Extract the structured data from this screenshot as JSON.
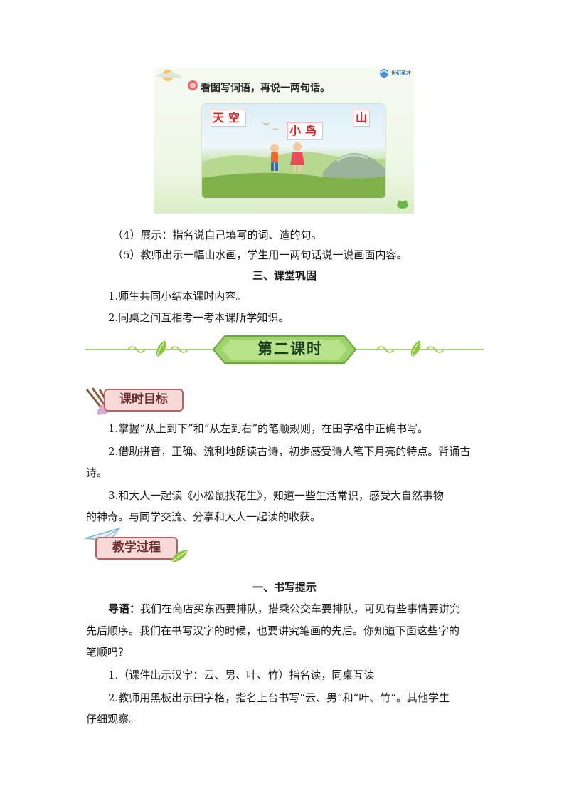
{
  "slide": {
    "instruction": "看图写词语，再说一两句话。",
    "logo_text": "世纪英才",
    "words": {
      "sky": "天空",
      "bird": "小鸟",
      "mountain": "山"
    }
  },
  "lesson1": {
    "step4": "（4）展示：指名说自己填写的词、造的句。",
    "step5": "（5）教师出示一幅山水画，学生用一两句话说一说画面内容。",
    "heading": "三、课堂巩固",
    "item1": "1.师生共同小结本课时内容。",
    "item2": "2.同桌之间互相考一考本课所学知识。"
  },
  "section_banner": {
    "title": "第二课时"
  },
  "objectives": {
    "tag": "课时目标",
    "item1": "1.掌握“从上到下”和“从左到右”的笔顺规则，在田字格中正确书写。",
    "item2_line1": "2.借助拼音，正确、流利地朗读古诗，初步感受诗人笔下月亮的特点。背诵古",
    "item2_line2": "诗。",
    "item3_line1": "3.和大人一起读《小松鼠找花生》，知道一些生活常识，感受大自然事物",
    "item3_line2": "的神奇。与同学交流、分享和大人一起读的收获。"
  },
  "process": {
    "tag": "教学过程",
    "heading": "一、书写提示",
    "intro_label": "导语：",
    "intro_line1": "我们在商店买东西要排队，搭乘公交车要排队，可见有些事情要讲究",
    "intro_line2": "先后顺序。我们在书写汉字的时候，也要讲究笔画的先后。你知道下面这些字的",
    "intro_line3": "笔顺吗？",
    "step1": "1.（课件出示汉字：云、男、叶、竹）指名读，同桌互读",
    "step2_line1": "2.教师用黑板出示田字格，指名上台书写“云、男”和“叶、竹”。其他学生",
    "step2_line2": "仔细观察。"
  },
  "colors": {
    "accent_green": "#8cc63f",
    "word_red": "#d22222",
    "tag_pink": "#f8d9d9"
  }
}
